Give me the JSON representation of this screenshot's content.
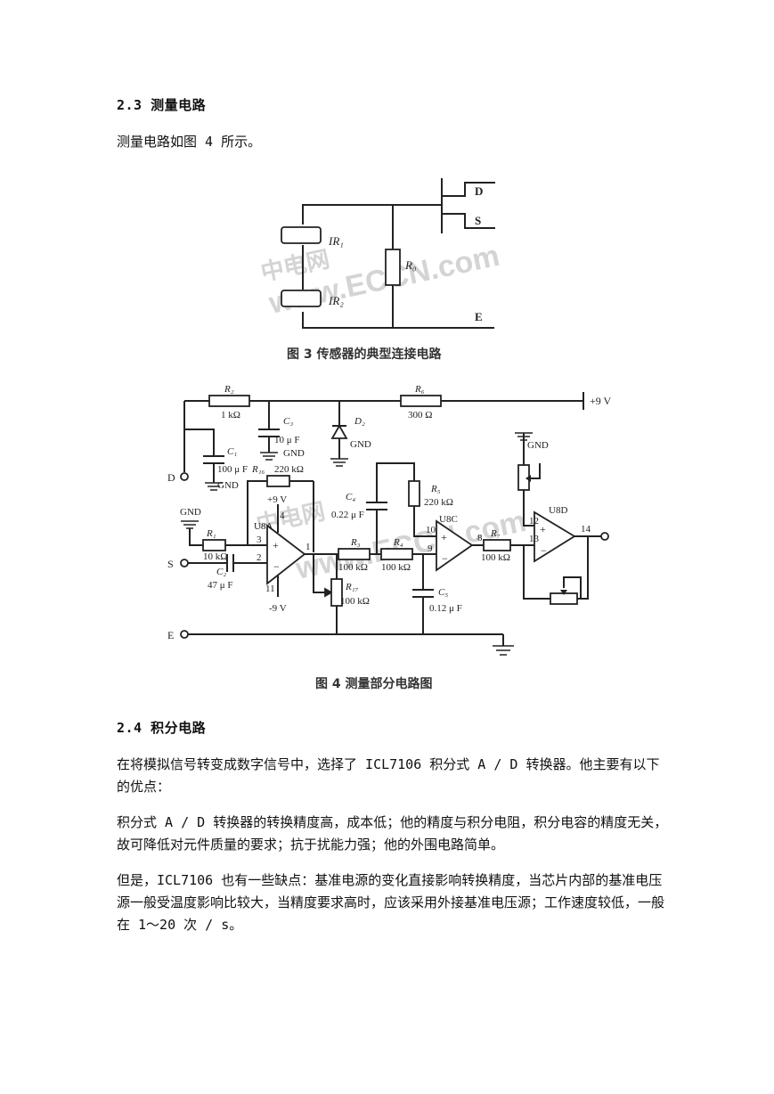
{
  "section_23": {
    "heading": "2.3 测量电路",
    "intro": "测量电路如图 4 所示。"
  },
  "figure3": {
    "caption": "图 3  传感器的典型连接电路",
    "labels": {
      "d": "D",
      "s": "S",
      "e": "E",
      "ir1": "IR₁",
      "ir2": "IR₂",
      "r0": "R₀"
    }
  },
  "figure4": {
    "caption": "图 4   测量部分电路图",
    "labels": {
      "r2": "R₂",
      "r2_val": "1 kΩ",
      "r6": "R₆",
      "r6_val": "300 Ω",
      "supply": "+9 V",
      "c3": "C₃",
      "c3_val": "10 μ F",
      "c3_gnd": "GND",
      "dz": "D₂",
      "dz_gnd": "GND",
      "c1": "C₁",
      "c1_val": "100 μ F",
      "c1_gnd": "GND",
      "r16": "R₁₆",
      "r16_val": "220 kΩ",
      "d": "D",
      "gnd_left": "GND",
      "r1": "R₁",
      "r1_val": "10 kΩ",
      "s": "S",
      "c2": "C₂",
      "c2_val": "47 μ F",
      "u8a": "U8A",
      "u8a_vp": "+9 V",
      "u8a_vn": "-9 V",
      "pin3": "3",
      "pin2": "2",
      "pin4": "4",
      "pin1": "1",
      "pin11": "11",
      "c4": "C₄",
      "c4_val": "0.22 μ F",
      "r5": "R₅",
      "r5_val": "220 kΩ",
      "u8c": "U8C",
      "pin10": "10",
      "pin9": "9",
      "pin8": "8",
      "r3": "R₃",
      "r3_val": "100 kΩ",
      "r4": "R₄",
      "r4_val": "100 kΩ",
      "r17": "R₁₇",
      "r17_val": "100 kΩ",
      "c5": "C₅",
      "c5_val": "0.12 μ F",
      "r7": "R₇",
      "r7_val": "100 kΩ",
      "gnd_right": "GND",
      "u8d": "U8D",
      "pin12": "12",
      "pin13": "13",
      "pin14": "14",
      "e": "E"
    }
  },
  "watermark": {
    "cn": "中电网",
    "url": "www.ECCN.com"
  },
  "section_24": {
    "heading": "2.4 积分电路",
    "p1": "在将模拟信号转变成数字信号中，选择了 ICL7106 积分式 A / D 转换器。他主要有以下的优点：",
    "p2": "积分式 A / D 转换器的转换精度高，成本低；他的精度与积分电阻，积分电容的精度无关，故可降低对元件质量的要求；抗于扰能力强；他的外围电路简单。",
    "p3": "但是，ICL7106 也有一些缺点：基准电源的变化直接影响转换精度，当芯片内部的基准电压源一般受温度影响比较大，当精度要求高时，应该采用外接基准电压源；工作速度较低，一般在 1～20 次 / s。"
  }
}
